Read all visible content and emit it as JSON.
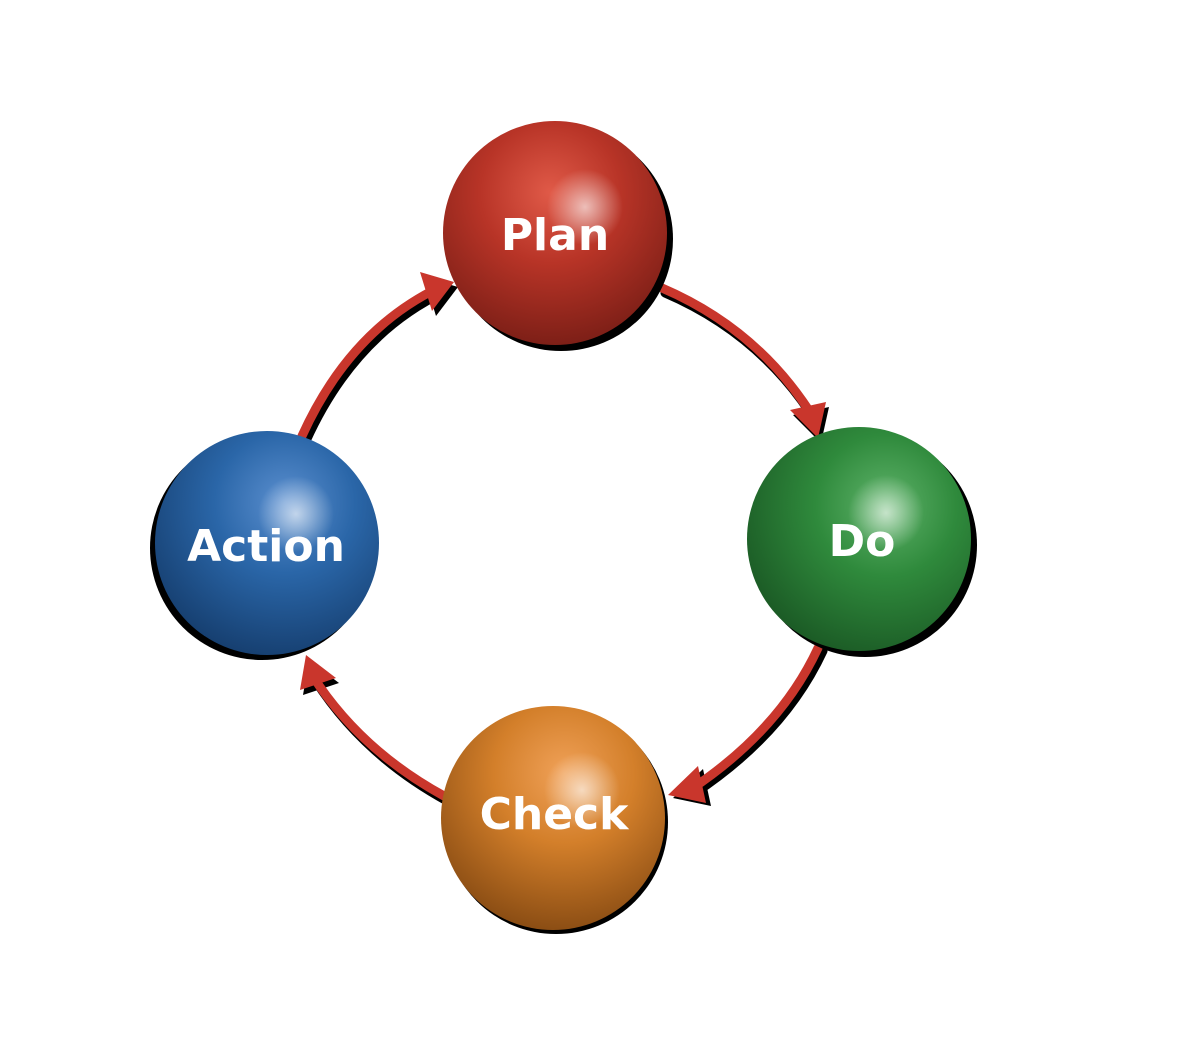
{
  "diagram": {
    "nodes": [
      {
        "id": "plan",
        "label": "Plan",
        "color": "#b02e22"
      },
      {
        "id": "do",
        "label": "Do",
        "color": "#2a7a36"
      },
      {
        "id": "check",
        "label": "Check",
        "color": "#cc7624"
      },
      {
        "id": "action",
        "label": "Action",
        "color": "#235f9f"
      }
    ],
    "arrow_color": "#c9362c",
    "shadow_color": "#000000",
    "flow": [
      "plan",
      "do",
      "check",
      "action",
      "plan"
    ]
  }
}
